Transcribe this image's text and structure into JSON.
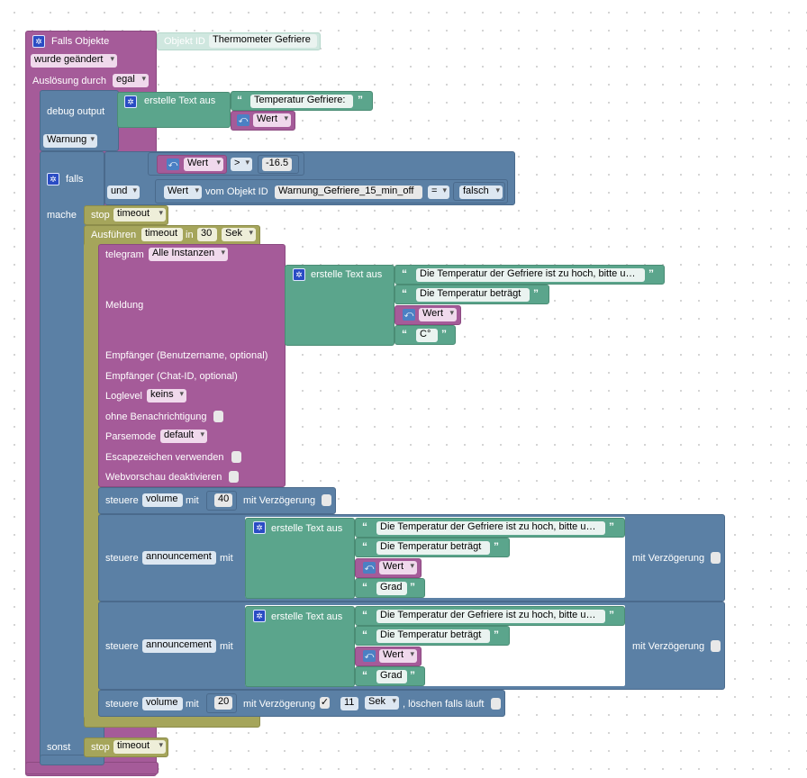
{
  "trigger": {
    "label": "Falls Objekte",
    "object_id_label": "Objekt ID",
    "object_id_value": "Thermometer Gefriere",
    "changed": "wurde geändert",
    "trigger_by": "Auslösung durch",
    "trigger_by_value": "egal"
  },
  "debug": {
    "label": "debug output",
    "level": "Warnung",
    "text_block": "erstelle Text aus",
    "str1": "Temperatur Gefriere:",
    "var": "Wert"
  },
  "if_block": {
    "label": "falls",
    "var": "Wert",
    "op": ">",
    "value": "-16.5",
    "and": "und",
    "wert": "Wert",
    "of_object": "vom Objekt ID",
    "object": "Warnung_Gefriere_15_min_off",
    "eq": "=",
    "bool": "falsch",
    "do": "mache",
    "else": "sonst"
  },
  "stop1": {
    "label": "stop",
    "value": "timeout"
  },
  "run": {
    "label": "Ausführen",
    "name": "timeout",
    "in": "in",
    "value": "30",
    "unit": "Sek"
  },
  "telegram": {
    "label": "telegram",
    "instance": "Alle Instanzen",
    "message": "Meldung",
    "text_block": "erstelle Text aus",
    "s1": "Die Temperatur der Gefriere ist zu hoch, bitte u…",
    "s2": "Die Temperatur beträgt",
    "var": "Wert",
    "s3": "C°",
    "recipient_user": "Empfänger (Benutzername, optional)",
    "recipient_chat": "Empfänger (Chat-ID, optional)",
    "loglevel": "Loglevel",
    "loglevel_value": "keins",
    "silent": "ohne Benachrichtigung",
    "parsemode": "Parsemode",
    "parsemode_value": "default",
    "escape": "Escapezeichen verwenden",
    "preview": "Webvorschau deaktivieren"
  },
  "vol1": {
    "label": "steuere",
    "param": "volume",
    "with": "mit",
    "value": "40",
    "delay": "mit Verzögerung"
  },
  "ann1": {
    "label": "steuere",
    "param": "announcement",
    "with": "mit",
    "text_block": "erstelle Text aus",
    "s1": "Die Temperatur der Gefriere ist zu hoch, bitte u…",
    "s2": "Die Temperatur beträgt",
    "var": "Wert",
    "s3": "Grad",
    "delay": "mit Verzögerung"
  },
  "ann2": {
    "label": "steuere",
    "param": "announcement",
    "with": "mit",
    "text_block": "erstelle Text aus",
    "s1": "Die Temperatur der Gefriere ist zu hoch, bitte u…",
    "s2": "Die Temperatur beträgt",
    "var": "Wert",
    "s3": "Grad",
    "delay": "mit Verzögerung"
  },
  "vol2": {
    "label": "steuere",
    "param": "volume",
    "with": "mit",
    "value": "20",
    "delay": "mit Verzögerung",
    "check": "✓",
    "delay_value": "11",
    "unit": "Sek",
    "clear": ", löschen falls läuft"
  },
  "stop2": {
    "label": "stop",
    "value": "timeout"
  },
  "icons": {
    "gear": "gear-icon",
    "var": "variable-icon",
    "quote_open": "“",
    "quote_close": "”"
  }
}
